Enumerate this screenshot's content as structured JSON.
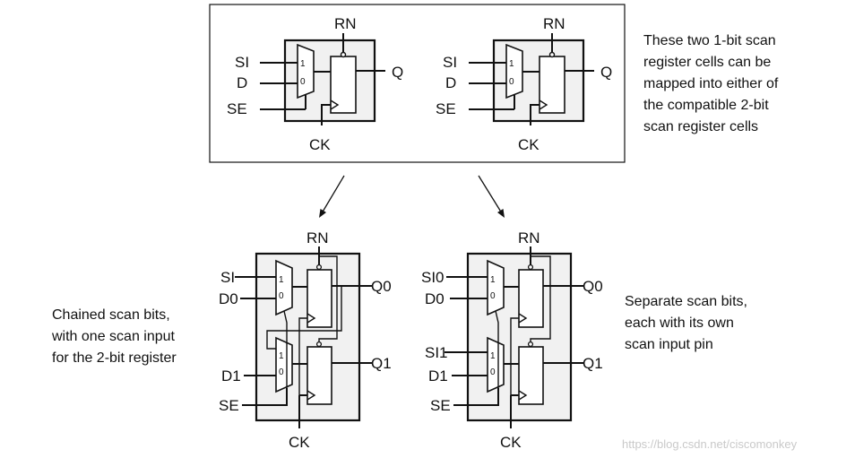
{
  "top_cell": {
    "pins": {
      "si": "SI",
      "d": "D",
      "se": "SE",
      "rn": "RN",
      "q": "Q",
      "ck": "CK"
    },
    "mux": {
      "in1": "1",
      "in0": "0"
    }
  },
  "top_note": [
    "These two 1-bit scan",
    "register cells can be",
    "mapped into either of",
    "the compatible 2-bit",
    "scan register cells"
  ],
  "chained_cell": {
    "pins": {
      "si": "SI",
      "d0": "D0",
      "d1": "D1",
      "se": "SE",
      "rn": "RN",
      "q0": "Q0",
      "q1": "Q1",
      "ck": "CK"
    },
    "mux": {
      "in1": "1",
      "in0": "0"
    }
  },
  "separate_cell": {
    "pins": {
      "si0": "SI0",
      "d0": "D0",
      "si1": "SI1",
      "d1": "D1",
      "se": "SE",
      "rn": "RN",
      "q0": "Q0",
      "q1": "Q1",
      "ck": "CK"
    },
    "mux": {
      "in1": "1",
      "in0": "0"
    }
  },
  "left_note": [
    "Chained scan bits,",
    "with one scan input",
    "for the 2-bit register"
  ],
  "right_note": [
    "Separate scan bits,",
    "each with its own",
    "scan input pin"
  ],
  "watermark": "https://blog.csdn.net/ciscomonkey"
}
